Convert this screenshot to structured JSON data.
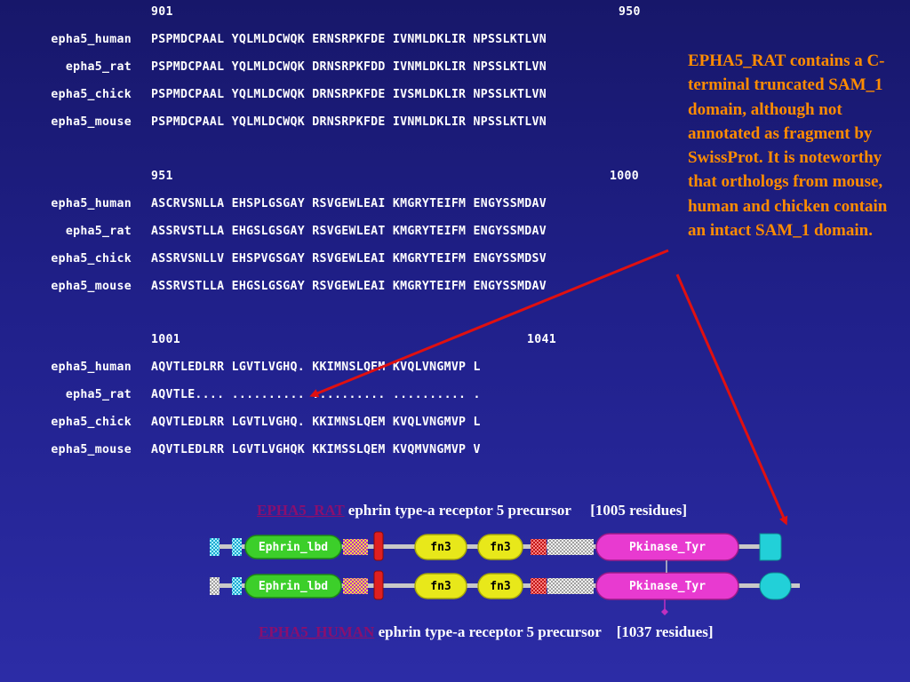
{
  "alignment": {
    "blocks": [
      {
        "start": "901",
        "end": "950",
        "rows": [
          {
            "name": "epha5_human",
            "seq": "PSPMDCPAAL YQLMLDCWQK ERNSRPKFDE IVNMLDKLIR NPSSLKTLVN"
          },
          {
            "name": "epha5_rat",
            "seq": "PSPMDCPAAL YQLMLDCWQK DRNSRPKFDD IVNMLDKLIR NPSSLKTLVN"
          },
          {
            "name": "epha5_chick",
            "seq": "PSPMDCPAAL YQLMLDCWQK DRNSRPKFDE IVSMLDKLIR NPSSLKTLVN"
          },
          {
            "name": "epha5_mouse",
            "seq": "PSPMDCPAAL YQLMLDCWQK DRNSRPKFDE IVNMLDKLIR NPSSLKTLVN"
          }
        ]
      },
      {
        "start": "951",
        "end": "1000",
        "rows": [
          {
            "name": "epha5_human",
            "seq": "ASCRVSNLLA EHSPLGSGAY RSVGEWLEAI KMGRYTEIFM ENGYSSMDAV"
          },
          {
            "name": "epha5_rat",
            "seq": "ASSRVSTLLA EHGSLGSGAY RSVGEWLEAT KMGRYTEIFM ENGYSSMDAV"
          },
          {
            "name": "epha5_chick",
            "seq": "ASSRVSNLLV EHSPVGSGAY RSVGEWLEAI KMGRYTEIFM ENGYSSMDSV"
          },
          {
            "name": "epha5_mouse",
            "seq": "ASSRVSTLLA EHGSLGSGAY RSVGEWLEAI KMGRYTEIFM ENGYSSMDAV"
          }
        ]
      },
      {
        "start": "1001",
        "end": "1041",
        "rows": [
          {
            "name": "epha5_human",
            "seq": "AQVTLEDLRR LGVTLVGHQ. KKIMNSLQEM KVQLVNGMVP L"
          },
          {
            "name": "epha5_rat",
            "seq": "AQVTLE.... .......... .......... .......... ."
          },
          {
            "name": "epha5_chick",
            "seq": "AQVTLEDLRR LGVTLVGHQ. KKIMNSLQEM KVQLVNGMVP L"
          },
          {
            "name": "epha5_mouse",
            "seq": "AQVTLEDLRR LGVTLVGHQK KKIMSSLQEM KVQMVNGMVP V"
          }
        ]
      }
    ]
  },
  "note": "EPHA5_RAT contains a C-terminal truncated SAM_1 domain, although not annotated as fragment by SwissProt. It is noteworthy that orthologs from mouse, human and chicken contain an intact SAM_1 domain.",
  "rat_caption": {
    "link": "EPHA5_RAT",
    "desc": "ephrin type-a receptor 5 precursor",
    "length": "[1005 residues]"
  },
  "human_caption": {
    "link": "EPHA5_HUMAN",
    "desc": "ephrin type-a receptor 5 precursor",
    "length": "[1037 residues]"
  },
  "domains": {
    "ephrin": "Ephrin_lbd",
    "fn3_a": "fn3",
    "fn3_b": "fn3",
    "kinase": "Pkinase_Tyr"
  },
  "colors": {
    "note": "#ff8c00",
    "arrow": "#e01010",
    "link": "#8a0f6e",
    "ephrin": "#3ccf2a",
    "fn3": "#e8e81a",
    "kinase": "#e83ad0",
    "sam": "#22d0d8"
  }
}
